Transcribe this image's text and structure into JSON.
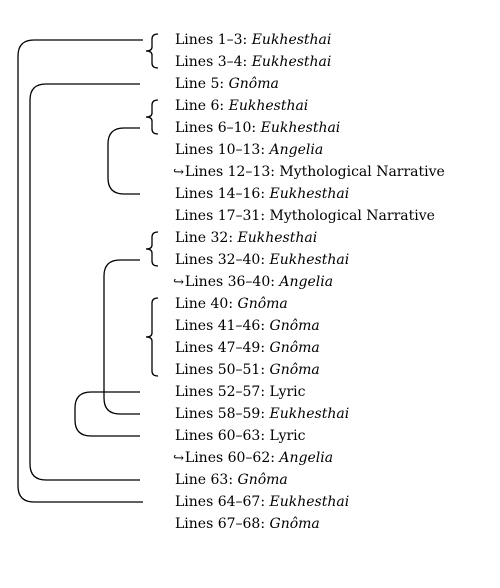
{
  "rows": [
    {
      "label": "Lines 1–3: ",
      "type": "Eukhesthai",
      "italic": true,
      "arrow": ""
    },
    {
      "label": "Lines 3–4: ",
      "type": "Eukhesthai",
      "italic": true,
      "arrow": ""
    },
    {
      "label": "Line 5: ",
      "type": "Gnôma",
      "italic": true,
      "arrow": ""
    },
    {
      "label": "Line 6: ",
      "type": "Eukhesthai",
      "italic": true,
      "arrow": ""
    },
    {
      "label": "Lines 6–10: ",
      "type": "Eukhesthai",
      "italic": true,
      "arrow": ""
    },
    {
      "label": "Lines 10–13: ",
      "type": "Angelia",
      "italic": true,
      "arrow": ""
    },
    {
      "label": "Lines 12–13: ",
      "type": "Mythological Narrative",
      "italic": false,
      "arrow": "↪"
    },
    {
      "label": "Lines 14–16: ",
      "type": "Eukhesthai",
      "italic": true,
      "arrow": ""
    },
    {
      "label": "Lines 17–31: ",
      "type": "Mythological Narrative",
      "italic": false,
      "arrow": ""
    },
    {
      "label": "Line 32: ",
      "type": "Eukhesthai",
      "italic": true,
      "arrow": ""
    },
    {
      "label": "Lines 32–40: ",
      "type": "Eukhesthai",
      "italic": true,
      "arrow": ""
    },
    {
      "label": "Lines 36–40: ",
      "type": "Angelia",
      "italic": true,
      "arrow": "↪"
    },
    {
      "label": "Line 40: ",
      "type": "Gnôma",
      "italic": true,
      "arrow": ""
    },
    {
      "label": "Lines 41–46: ",
      "type": "Gnôma",
      "italic": true,
      "arrow": ""
    },
    {
      "label": "Lines 47–49: ",
      "type": "Gnôma",
      "italic": true,
      "arrow": ""
    },
    {
      "label": "Lines 50–51: ",
      "type": "Gnôma",
      "italic": true,
      "arrow": ""
    },
    {
      "label": "Lines 52–57: ",
      "type": "Lyric",
      "italic": false,
      "arrow": ""
    },
    {
      "label": "Lines 58–59: ",
      "type": "Eukhesthai",
      "italic": true,
      "arrow": ""
    },
    {
      "label": "Lines 60–63: ",
      "type": "Lyric",
      "italic": false,
      "arrow": ""
    },
    {
      "label": "Lines 60–62: ",
      "type": "Angelia",
      "italic": true,
      "arrow": "↪"
    },
    {
      "label": "Line 63: ",
      "type": "Gnôma",
      "italic": true,
      "arrow": ""
    },
    {
      "label": "Lines 64–67: ",
      "type": "Eukhesthai",
      "italic": true,
      "arrow": ""
    },
    {
      "label": "Lines 67–68: ",
      "type": "Gnôma",
      "italic": true,
      "arrow": ""
    }
  ],
  "braces": [
    {
      "first_row": 0,
      "last_row": 1
    },
    {
      "first_row": 3,
      "last_row": 4
    },
    {
      "first_row": 9,
      "last_row": 10
    },
    {
      "first_row": 12,
      "last_row": 15
    }
  ],
  "ring_links": [
    {
      "from_row": 0,
      "to_row": 21
    },
    {
      "from_row": 2,
      "to_row": 20
    },
    {
      "from_row": 4,
      "to_row": 7
    },
    {
      "from_row": 10,
      "to_row": 17
    },
    {
      "from_row": 16,
      "to_row": 18
    }
  ]
}
